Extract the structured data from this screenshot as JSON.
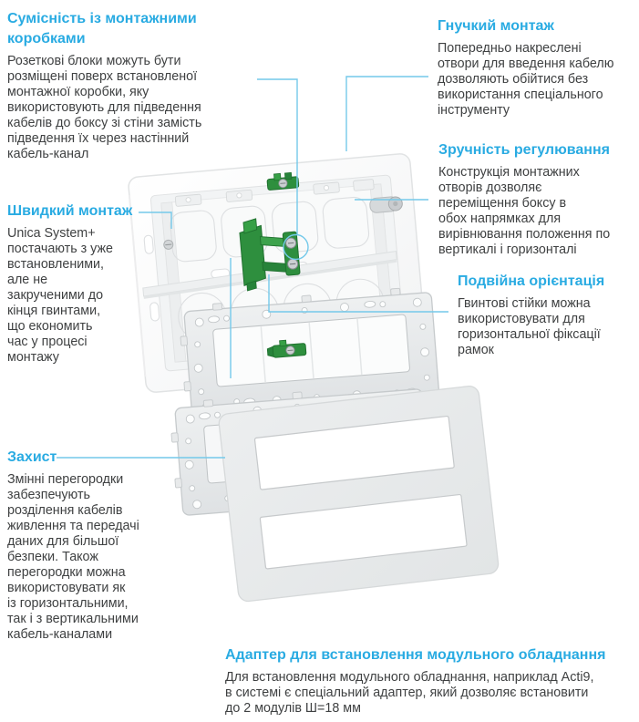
{
  "colors": {
    "accent_cyan": "#29abe2",
    "leader_cyan": "#74c9ea",
    "body_text": "#3f4142",
    "clamp_green": "#2e8f3e"
  },
  "callouts": {
    "compat": {
      "title": "Сумісність із монтажними\nкоробками",
      "body": "Розеткові блоки можуть бути\nрозміщені поверх встановленої\nмонтажної коробки, яку\nвикористовують для підведення\nкабелів до боксу зі стіни замість\nпідведення їх через настінний\nкабель-канал"
    },
    "quick": {
      "title": "Швидкий монтаж",
      "body": "Unica System+\nпостачають з уже\nвстановленими,\nале не\nзакрученими до\nкінця гвинтами,\nщо економить\nчас у процесі\nмонтажу"
    },
    "protect": {
      "title": "Захист",
      "body": "Змінні перегородки\nзабезпечують\nрозділення кабелів\nживлення та передачі\nданих для більшої\nбезпеки. Також\nперегородки можна\nвикористовувати як\nіз горизонтальними,\nтак і з вертикальними\nкабель-каналами"
    },
    "flexible": {
      "title": "Гнучкий монтаж",
      "body": "Попередньо накреслені\nотвори для введення кабелю\nдозволяють обійтися без\nвикористання спеціального\nінструменту"
    },
    "adjust": {
      "title": "Зручність регулювання",
      "body": "Конструкція монтажних\nотворів дозволяє\nпереміщення боксу в\nобох напрямках для\nвирівнювання положення по\nвертикалі і горизонталі"
    },
    "dual": {
      "title": "Подвійна орієнтація",
      "body": "Гвинтові стійки можна\nвикористовувати для\nгоризонтальної фіксації\nрамок"
    },
    "adapter": {
      "title": "Адаптер для встановлення модульного обладнання",
      "body": "Для встановлення модульного обладнання, наприклад Acti9,\nв системі є спеціальний адаптер, який дозволяє встановити\nдо 2 модулів Ш=18 мм"
    }
  }
}
